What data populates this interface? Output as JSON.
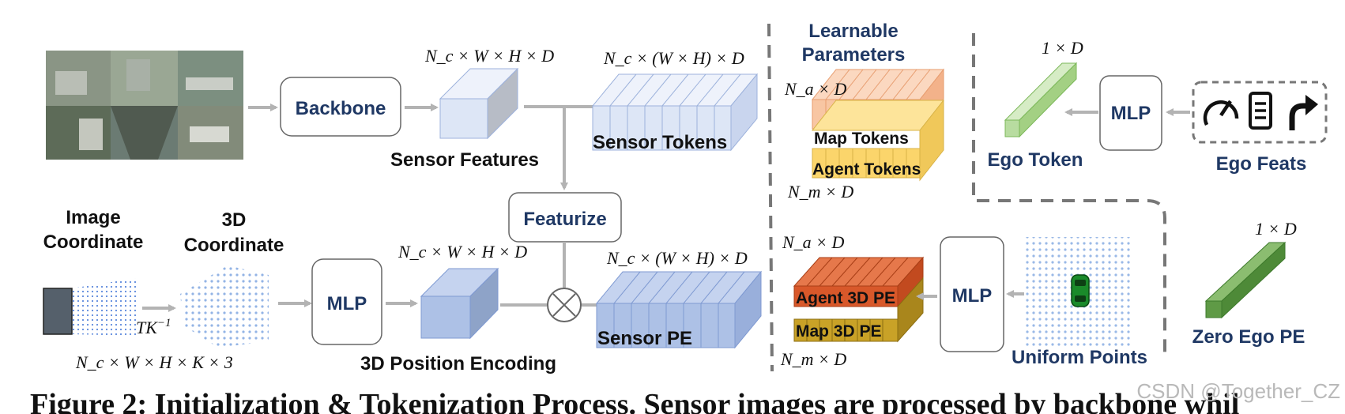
{
  "labels": {
    "backbone": "Backbone",
    "sensor_features": "Sensor Features",
    "sensor_tokens": "Sensor Tokens",
    "featurize": "Featurize",
    "image_coordinate_line1": "Image",
    "image_coordinate_line2": "Coordinate",
    "coord3d_line1": "3D",
    "coord3d_line2": "Coordinate",
    "mlp_left": "MLP",
    "position_encoding": "3D Position Encoding",
    "sensor_pe": "Sensor PE",
    "learnable_line1": "Learnable",
    "learnable_line2": "Parameters",
    "map_tokens": "Map Tokens",
    "agent_tokens": "Agent Tokens",
    "agent_3d_pe": "Agent 3D PE",
    "map_3d_pe": "Map 3D PE",
    "mlp_mid": "MLP",
    "uniform_points": "Uniform Points",
    "mlp_ego": "MLP",
    "ego_token": "Ego Token",
    "ego_feats": "Ego Feats",
    "zero_ego_pe": "Zero Ego PE"
  },
  "math": {
    "sensor_features_dim": "N_c × W × H × D",
    "sensor_tokens_dim": "N_c × (W × H) × D",
    "pe_features_dim": "N_c × W × H × D",
    "sensor_pe_dim": "N_c × (W × H) × D",
    "coord_dim": "N_c × W × H × K × 3",
    "tk_inverse": "TK^-1",
    "na_top": "N_a × D",
    "nm_top": "N_m × D",
    "na_bottom": "N_a × D",
    "nm_bottom": "N_m × D",
    "ego_token_dim": "1 × D",
    "zero_ego_dim": "1 × D"
  },
  "caption_fragment": "Figure 2: Initialization & Tokenization Process. Sensor images are processed by backbone whil",
  "watermark": "CSDN @Together_CZ",
  "icons": [
    "speedometer-icon",
    "checklist-icon",
    "turn-arrow-icon",
    "car-icon",
    "camera-images",
    "multiply-icon"
  ],
  "colors": {
    "navy": "#1f3864",
    "light_blue": "#dde6f6",
    "mid_blue": "#adc1e6",
    "orange_light": "#f8c6a3",
    "yellow": "#fbd56b",
    "orange_dark": "#d8582a",
    "gold": "#c9a227",
    "light_green": "#b8dca0",
    "dark_green": "#5f9a46",
    "arrow": "#b3b3b3"
  }
}
